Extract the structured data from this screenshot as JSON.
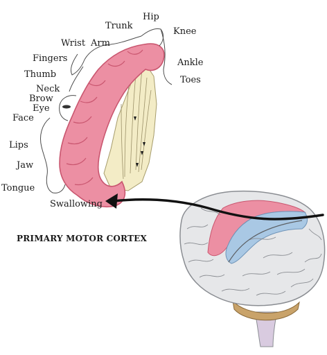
{
  "caption": "PRIMARY MOTOR CORTEX",
  "body_parts": {
    "hip": "Hip",
    "trunk": "Trunk",
    "knee": "Knee",
    "wrist": "Wrist",
    "arm": "Arm",
    "fingers": "Fingers",
    "ankle": "Ankle",
    "thumb": "Thumb",
    "toes": "Toes",
    "neck": "Neck",
    "brow": "Brow",
    "eye": "Eye",
    "face": "Face",
    "lips": "Lips",
    "jaw": "Jaw",
    "tongue": "Tongue",
    "swallowing": "Swallowing"
  },
  "colors": {
    "motor_cortex": "#ec8fa3",
    "motor_cortex_dark": "#c9566f",
    "sensory_cortex": "#a9c8e4",
    "white_matter": "#f3ecc6",
    "brain_gray": "#e6e7e9",
    "brain_outline": "#8a8d92",
    "brainstem": "#c9a36a",
    "arrow": "#111111"
  }
}
